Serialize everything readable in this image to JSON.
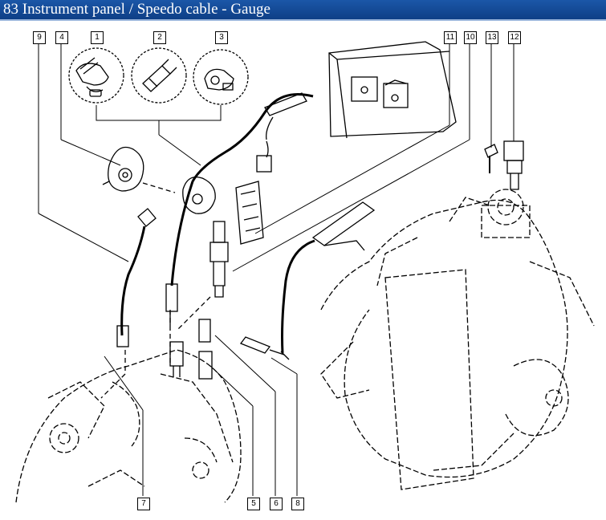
{
  "window": {
    "title": "83 Instrument panel / Speedo cable - Gauge",
    "accent_color": "#1b57a8"
  },
  "diagram": {
    "callouts": [
      "9",
      "4",
      "1",
      "2",
      "3",
      "11",
      "10",
      "13",
      "12",
      "7",
      "5",
      "6",
      "8"
    ],
    "icons": [
      "speedometer-cable-icon",
      "sensor-icon",
      "connector-icon",
      "gearbox-icon",
      "instrument-cluster-icon",
      "bolt-icon"
    ]
  }
}
